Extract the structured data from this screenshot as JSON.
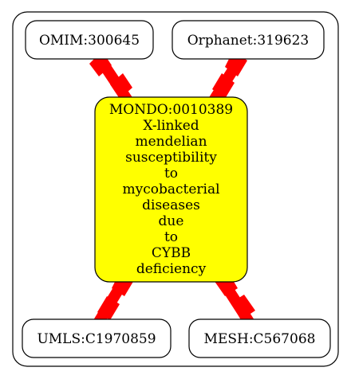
{
  "diagram": {
    "nodes": {
      "omim": {
        "label": "OMIM:300645"
      },
      "orphanet": {
        "label": "Orphanet:319623"
      },
      "umls": {
        "label": "UMLS:C1970859"
      },
      "mesh": {
        "label": "MESH:C567068"
      },
      "center": {
        "id": "MONDO:0010389",
        "lines": [
          "X-linked",
          "mendelian",
          "susceptibility",
          "to",
          "mycobacterial",
          "diseases",
          "due",
          "to",
          "CYBB",
          "deficiency"
        ],
        "fill": "#ffff00"
      }
    },
    "edge_color": "#ff0000"
  }
}
